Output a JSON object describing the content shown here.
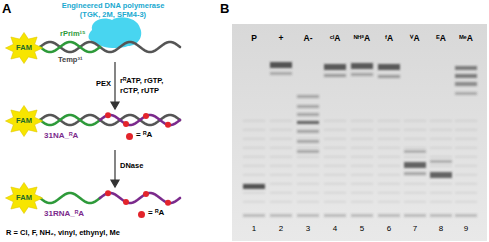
{
  "diagram": {
    "nodes": [
      {
        "text": [
          "FAM"
        ]
      },
      {
        "text": [
          "FAM"
        ]
      },
      {
        "text": [
          "FAM"
        ]
      }
    ],
    "labels": [
      "A",
      "Engineered DNA polymerase",
      "(TGK, 2M, SFM4-3)",
      "rPrim¹⁵",
      "Temp³¹",
      "PEX",
      "rᴿATP, rGTP,",
      "rCTP, rUTP",
      "31NA_ᴿA",
      "DNase",
      "31RNA_ᴿA",
      "R = Cl, F, NH₂, vinyl, ethynyl, Me",
      "B",
      "P",
      "+",
      "A-",
      "ᶜˡA",
      "ᴺᴴ²A",
      "ᶠA",
      "ⱽA",
      "ᴱA",
      "ᴹᵉA",
      "1",
      "2",
      "3",
      "4",
      "5",
      "6",
      "7",
      "8",
      "9"
    ],
    "legend": [
      {
        "text": "= ᴿA",
        "color": "#e3242b"
      },
      {
        "text": "= ᴿA",
        "color": "#e3242b"
      }
    ]
  }
}
